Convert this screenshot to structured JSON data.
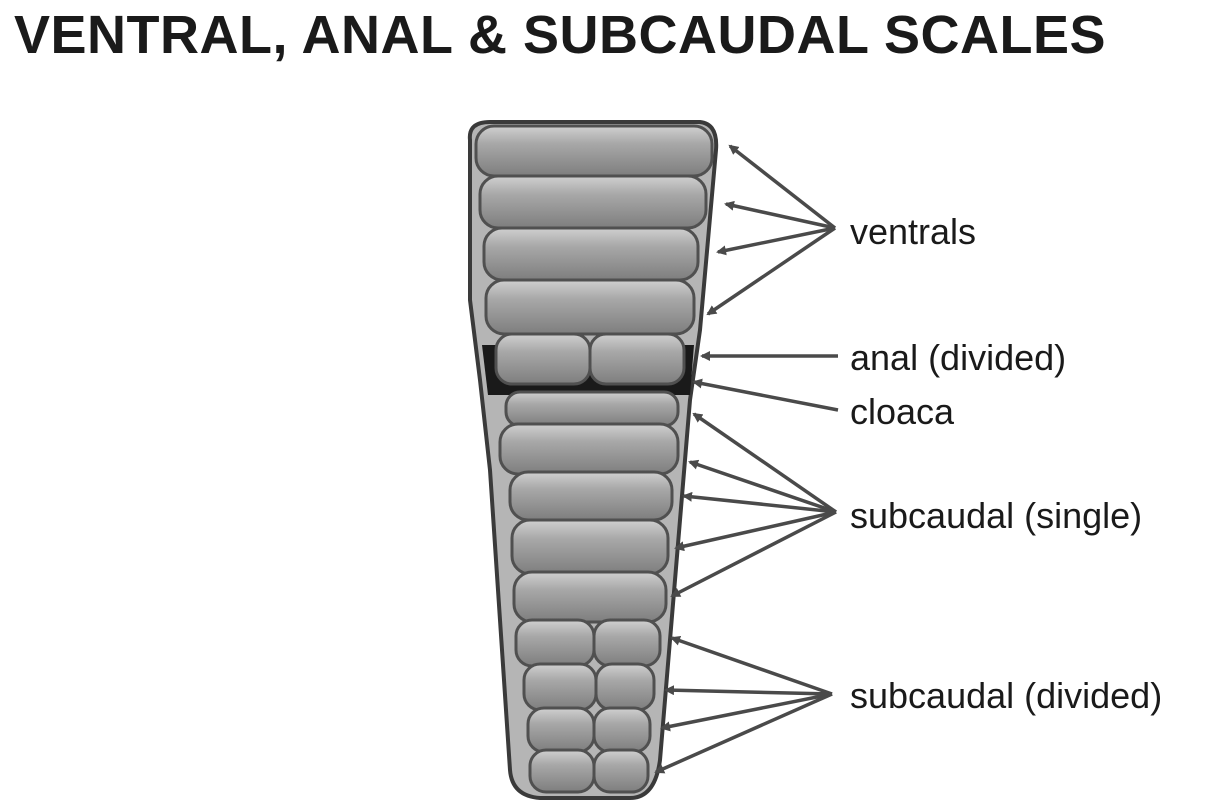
{
  "title": "VENTRAL, ANAL & SUBCAUDAL SCALES",
  "labels": {
    "ventrals": "ventrals",
    "anal": "anal (divided)",
    "cloaca": "cloaca",
    "subcaudal_single": "subcaudal (single)",
    "subcaudal_divided": "subcaudal (divided)"
  },
  "colors": {
    "scale_fill": "#8c8c8c",
    "scale_highlight": "#bdbdbd",
    "outline": "#505050",
    "arrow": "#4a4a4a",
    "cloaca": "#1a1a1a"
  }
}
